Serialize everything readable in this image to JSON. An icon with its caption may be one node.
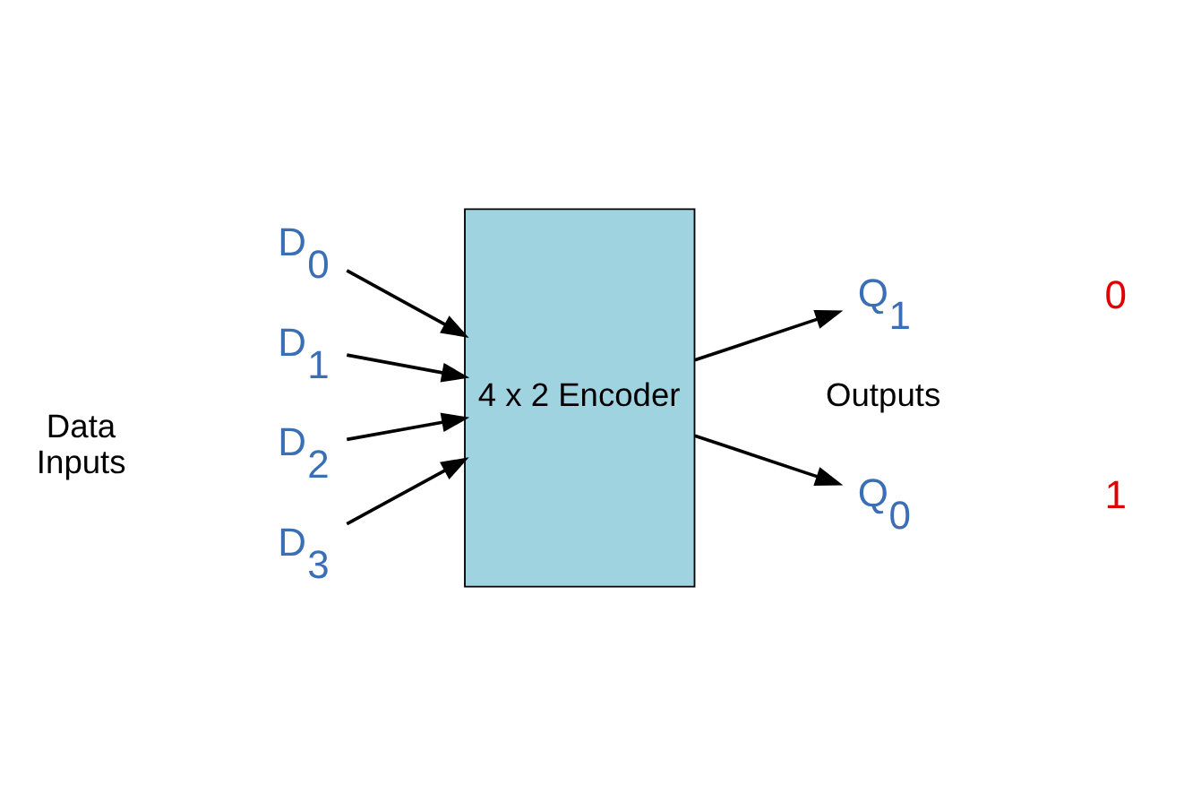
{
  "diagram": {
    "nodes": [
      {
        "text": [
          "D$_{0}$"
        ]
      },
      {
        "text": [
          "D$_{1}$"
        ]
      },
      {
        "text": [
          "D$_{2}$"
        ]
      },
      {
        "text": [
          "D$_{3}$"
        ]
      },
      {
        "text": [
          "4 x 2 Encoder"
        ]
      },
      {
        "text": [
          "Q$_{0}$"
        ]
      },
      {
        "text": [
          "Q$_{1}$"
        ]
      }
    ],
    "edges": [
      {
        "from": 0,
        "to": 4,
        "arrow": "to"
      },
      {
        "from": 1,
        "to": 4,
        "arrow": "to"
      },
      {
        "from": 2,
        "to": 4,
        "arrow": "to"
      },
      {
        "from": 3,
        "to": 4,
        "arrow": "to"
      },
      {
        "from": 4,
        "to": 5,
        "arrow": "to"
      },
      {
        "from": 4,
        "to": 6,
        "arrow": "to"
      }
    ],
    "labels": [
      "Outputs",
      "Data Inputs",
      "1",
      "0"
    ]
  }
}
